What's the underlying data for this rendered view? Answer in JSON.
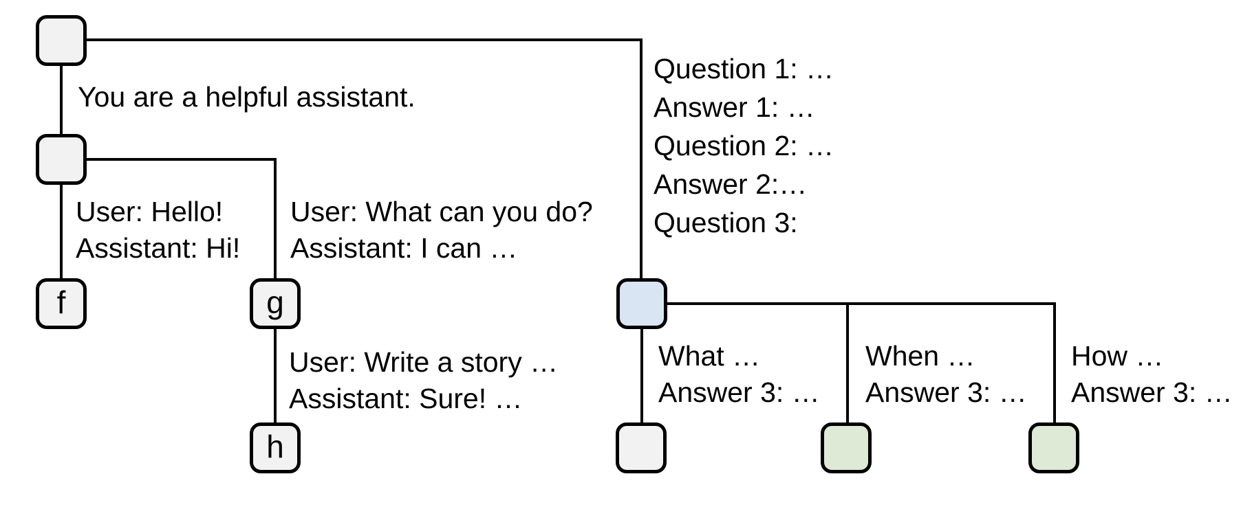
{
  "diagram": {
    "type": "conversation-tree",
    "colors": {
      "node_gray": "#f2f2f2",
      "node_blue": "#d9e5f3",
      "node_green": "#dee9d6",
      "line": "#000000",
      "text": "#000000"
    },
    "nodes": [
      {
        "id": "root",
        "label": "",
        "fill": "gray"
      },
      {
        "id": "system",
        "label": "",
        "fill": "gray"
      },
      {
        "id": "f",
        "label": "f",
        "fill": "gray"
      },
      {
        "id": "g",
        "label": "g",
        "fill": "gray"
      },
      {
        "id": "h",
        "label": "h",
        "fill": "gray"
      },
      {
        "id": "qa",
        "label": "",
        "fill": "blue"
      },
      {
        "id": "what-leaf",
        "label": "",
        "fill": "gray"
      },
      {
        "id": "when-leaf",
        "label": "",
        "fill": "green"
      },
      {
        "id": "how-leaf",
        "label": "",
        "fill": "green"
      }
    ],
    "labels": {
      "system_prompt": "You are a helpful assistant.",
      "hello": [
        "User: Hello!",
        "Assistant: Hi!"
      ],
      "what_can_you_do": [
        "User: What can you do?",
        "Assistant: I can …"
      ],
      "write_story": [
        "User: Write a story …",
        "Assistant: Sure! …"
      ],
      "qa_history": [
        "Question 1: …",
        "Answer 1: …",
        "Question 2: …",
        "Answer 2:…",
        "Question 3:"
      ],
      "branch_what": [
        "What …",
        "Answer 3: …"
      ],
      "branch_when": [
        "When …",
        "Answer 3: …"
      ],
      "branch_how": [
        "How …",
        "Answer 3: …"
      ]
    }
  }
}
